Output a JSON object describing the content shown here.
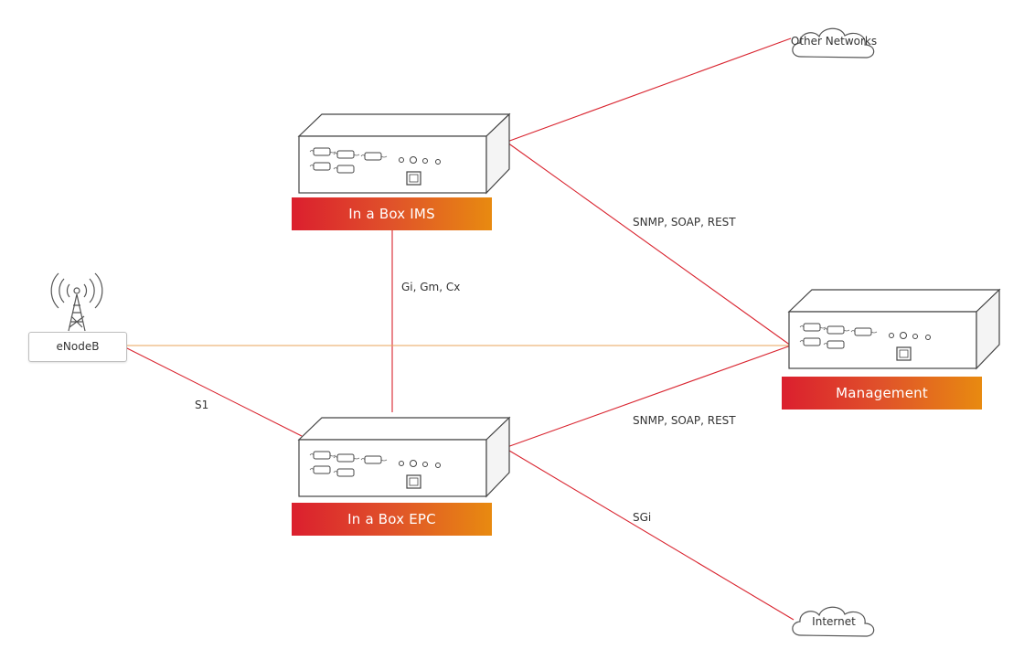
{
  "colors": {
    "link_red": "#d9242f",
    "link_orange": "#e8a35a",
    "badge_start": "#db1f2e",
    "badge_end": "#e88a10"
  },
  "nodes": {
    "ims": {
      "label": "In a Box IMS",
      "icon": "server-appliance-icon"
    },
    "epc": {
      "label": "In a Box EPC",
      "icon": "server-appliance-icon"
    },
    "management": {
      "label": "Management",
      "icon": "server-appliance-icon"
    },
    "enodeb": {
      "label": "eNodeB",
      "icon": "radio-tower-icon"
    },
    "other_networks": {
      "label": "Other Networks",
      "icon": "cloud-icon"
    },
    "internet": {
      "label": "Internet",
      "icon": "cloud-icon"
    }
  },
  "links": {
    "ims_mgmt": "SNMP, SOAP, REST",
    "ims_epc": "Gi, Gm, Cx",
    "enb_epc": "S1",
    "epc_mgmt": "SNMP, SOAP, REST",
    "epc_internet": "SGi"
  }
}
